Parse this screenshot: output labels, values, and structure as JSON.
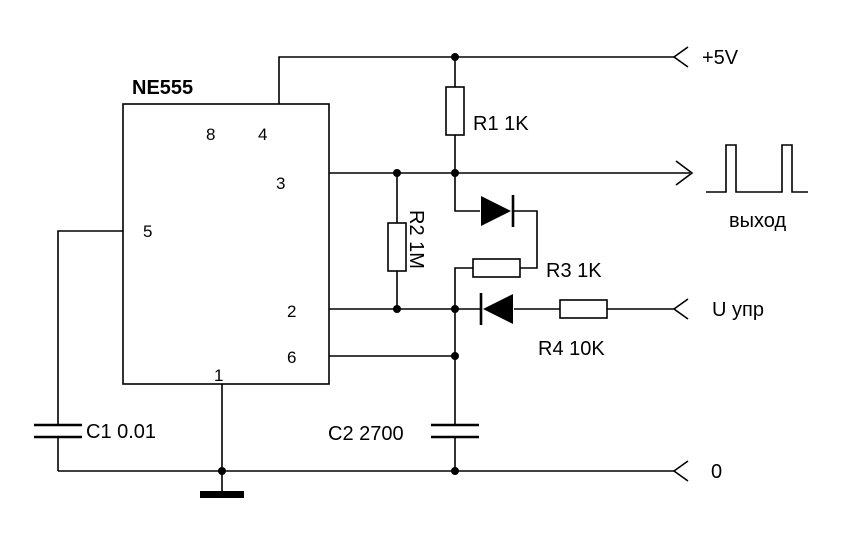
{
  "ic": {
    "name": "NE555",
    "pins": {
      "p8": "8",
      "p4": "4",
      "p3": "3",
      "p5": "5",
      "p2": "2",
      "p6": "6",
      "p1": "1"
    }
  },
  "terminals": {
    "vcc": "+5V",
    "output": "выход",
    "control": "U упр",
    "ground": "0"
  },
  "components": {
    "r1": "R1 1K",
    "r2": "R2 1M",
    "r3": "R3 1K",
    "r4": "R4 10K",
    "c1": "C1 0.01",
    "c2": "C2 2700"
  }
}
